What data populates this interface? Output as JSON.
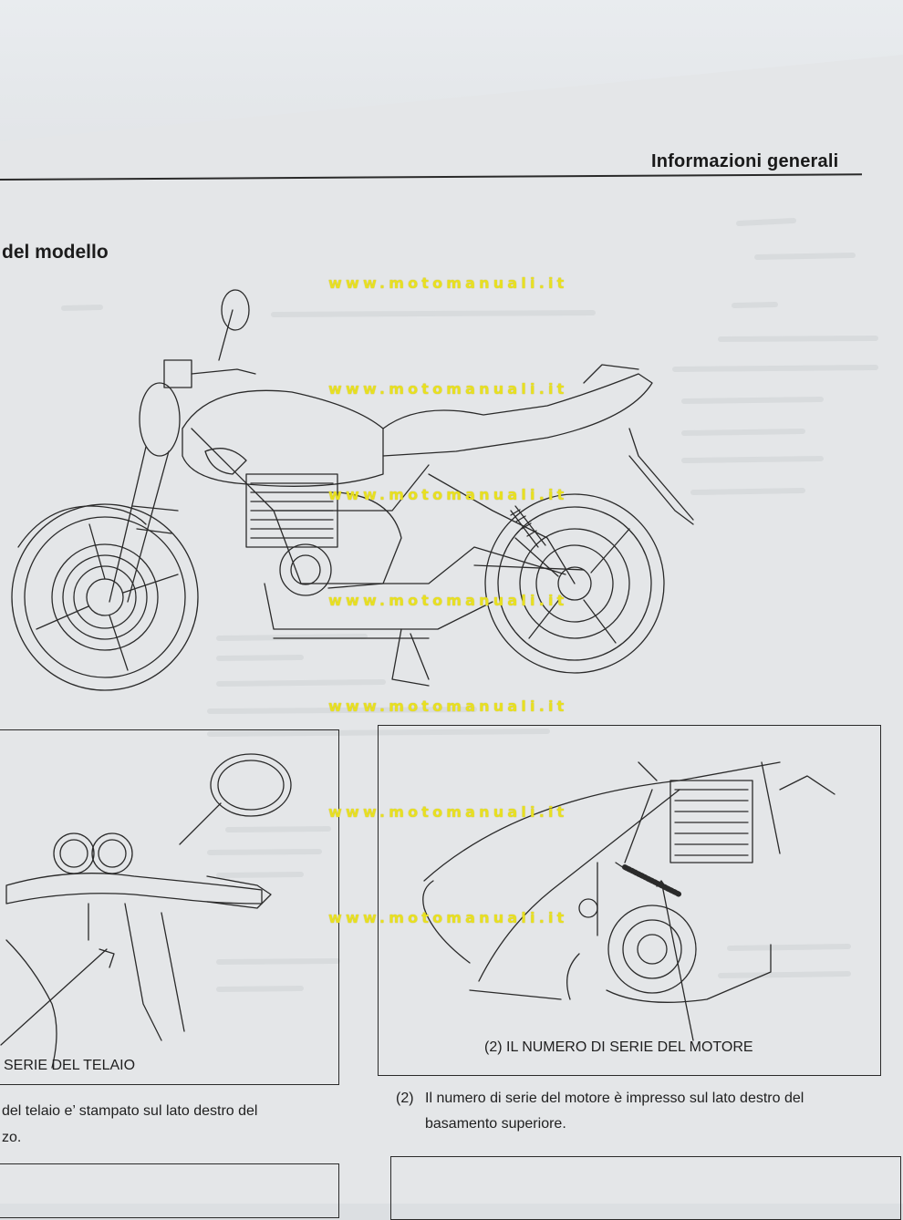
{
  "header": {
    "title": "Informazioni generali"
  },
  "section": {
    "heading": "del modello"
  },
  "watermark": {
    "text": "www.motomanuali.it"
  },
  "figures": {
    "left_caption": "SERIE DEL TELAIO",
    "right_caption": "(2)  IL NUMERO DI SERIE DEL MOTORE"
  },
  "body": {
    "left_line1": "del telaio e’ stampato sul lato destro del",
    "left_line2": "zo.",
    "right_number": "(2)",
    "right_line1": "Il numero di serie del motore è impresso sul lato destro del",
    "right_line2": "basamento superiore."
  },
  "icons": [
    "motorcycle-illustration",
    "frame-serial-illustration",
    "engine-serial-illustration"
  ]
}
